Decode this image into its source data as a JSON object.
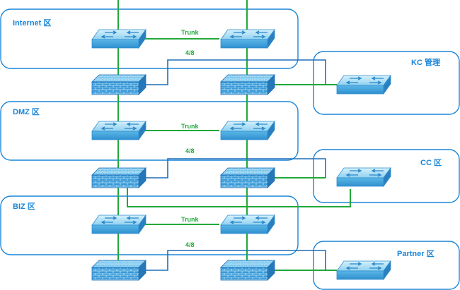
{
  "zones": {
    "internet": "Internet 区",
    "dmz": "DMZ 区",
    "biz": "BIZ 区",
    "kc_mgmt": "KC 管理",
    "cc": "CC 区",
    "partner": "Partner 区"
  },
  "links": {
    "trunk_1": "Trunk",
    "trunk_2": "Trunk",
    "trunk_3": "Trunk",
    "ha_1": "4/8",
    "ha_2": "4/8",
    "ha_3": "4/8"
  },
  "colors": {
    "zone_border": "#1a86d8",
    "link_green": "#22a83a",
    "link_blue": "#1f6fb8",
    "device_top": "#bfe6f8",
    "device_front": "#4aa3d8"
  }
}
